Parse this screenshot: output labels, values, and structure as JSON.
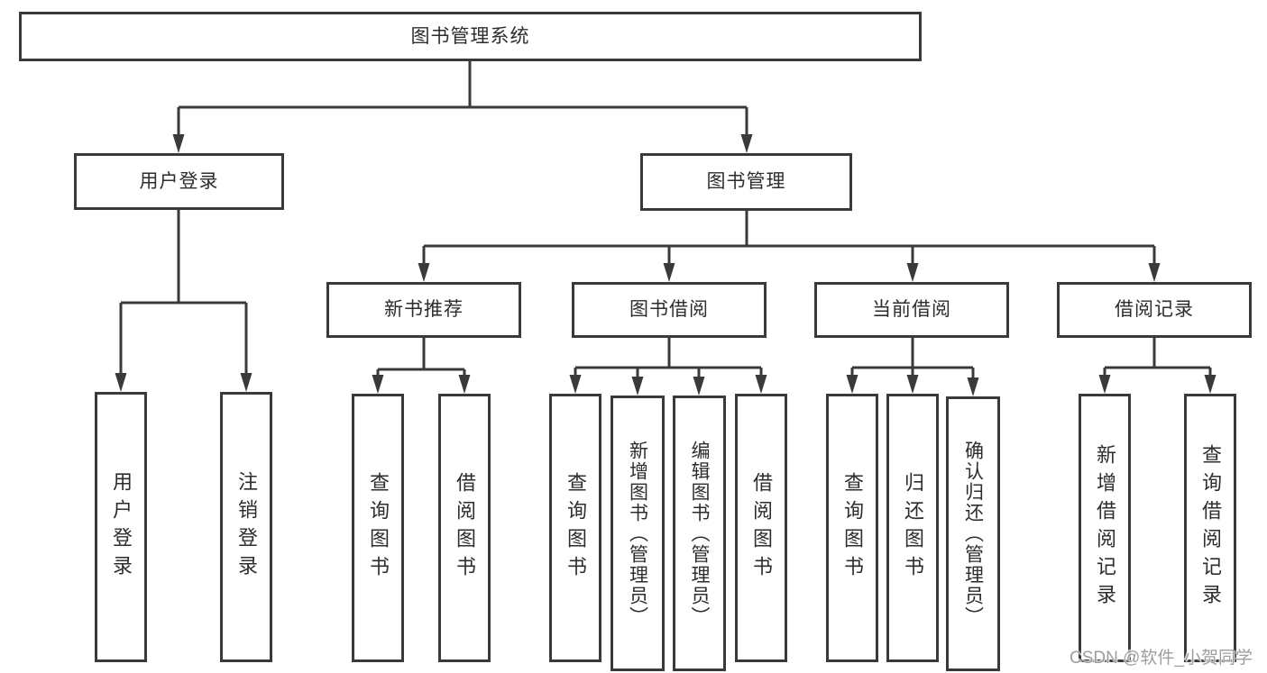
{
  "tree": {
    "root": "图书管理系统",
    "level2": [
      {
        "label": "用户登录"
      },
      {
        "label": "图书管理"
      }
    ],
    "level3": [
      {
        "label": "新书推荐"
      },
      {
        "label": "图书借阅"
      },
      {
        "label": "当前借阅"
      },
      {
        "label": "借阅记录"
      }
    ],
    "leaves": [
      {
        "label": "用户登录"
      },
      {
        "label": "注销登录"
      },
      {
        "label": "查询图书"
      },
      {
        "label": "借阅图书"
      },
      {
        "label": "查询图书"
      },
      {
        "label": "新增图书（管理员）"
      },
      {
        "label": "编辑图书（管理员）"
      },
      {
        "label": "借阅图书"
      },
      {
        "label": "查询图书"
      },
      {
        "label": "归还图书"
      },
      {
        "label": "确认归还（管理员）"
      },
      {
        "label": "新增借阅记录"
      },
      {
        "label": "查询借阅记录"
      }
    ]
  },
  "watermark": "CSDN @软件_小贺同学",
  "colors": {
    "line": "#3a3a3a",
    "text": "#2d2d2d",
    "watermark": "#9e9e9e",
    "background": "#ffffff"
  }
}
